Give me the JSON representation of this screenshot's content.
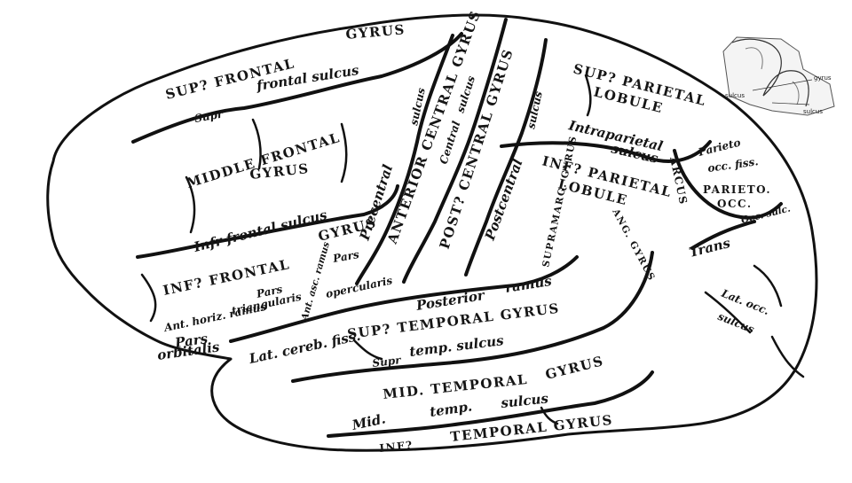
{
  "labels": {
    "sup_frontal": "SUP? FRONTAL",
    "gyrus_top": "GYRUS",
    "frontal_sulcus": "frontal sulcus",
    "supr": "Supr",
    "middle_frontal": "MIDDLE FRONTAL",
    "gyrus_mid": "GYRUS",
    "inf_frontal_sulcus": "Infr frontal sulcus",
    "gyrus_inf": "GYRUS",
    "inf_frontal": "INF? FRONTAL",
    "pars_tri_1": "Pars",
    "pars_tri_2": "triangularis",
    "ant_horiz": "Ant. horiz. ramus",
    "pars_orb_1": "Pars",
    "pars_orb_2": "orbitalis",
    "ant_asc": "Ant. asc. ramus",
    "pars_op_1": "Pars",
    "pars_op_2": "opercularis",
    "precentral_sulcus_1": "sulcus",
    "precentral_sulcus_2": "Precentral",
    "anterior_central_gyrus": "ANTERIOR CENTRAL GYRUS",
    "central_1": "Central",
    "central_2": "sulcus",
    "post_central_gyrus": "POST? CENTRAL GYRUS",
    "postcentral_sulcus_1": "sulcus",
    "postcentral_sulcus_2": "Postcentral",
    "sup_parietal": "SUP? PARIETAL",
    "lobule_1": "LOBULE",
    "intraparietal_1": "Intraparietal",
    "intraparietal_2": "sulcus",
    "inf_parietal": "INF? PARIETAL",
    "lobule_2": "LOBULE",
    "supramarg": "SUPRAMARG. GYRUS",
    "ang_gyrus": "ANG. GYRUS",
    "parieto_occ_1": "Parieto",
    "parieto_occ_2": "occ. fiss.",
    "arcus": "ARCUS",
    "parieto_occ_3": "PARIETO.",
    "parieto_occ_4": "OCC.",
    "occ_sulc": "Occ. sulc.",
    "trans": "Trans",
    "lat_occ_1": "Lat. occ.",
    "lat_occ_2": "sulcus",
    "posterior_ramus_1": "Posterior",
    "posterior_ramus_2": "ramus",
    "lat_cereb": "Lat. cereb. fiss.",
    "sup_temporal": "SUP? TEMPORAL GYRUS",
    "supr_temp": "Supr",
    "temp_sulcus": "temp. sulcus",
    "mid_temporal": "MID. TEMPORAL",
    "gyrus_temporal": "GYRUS",
    "mid_1": "Mid.",
    "temp_1": "temp.",
    "sulcus_mid": "sulcus",
    "inf_temporal_1": "INF?",
    "inf_temporal_2": "TEMPORAL GYRUS"
  },
  "inset": {
    "gyrus": "gyrus",
    "sulcus_left": "sulcus",
    "sulcus_right": "sulcus"
  }
}
